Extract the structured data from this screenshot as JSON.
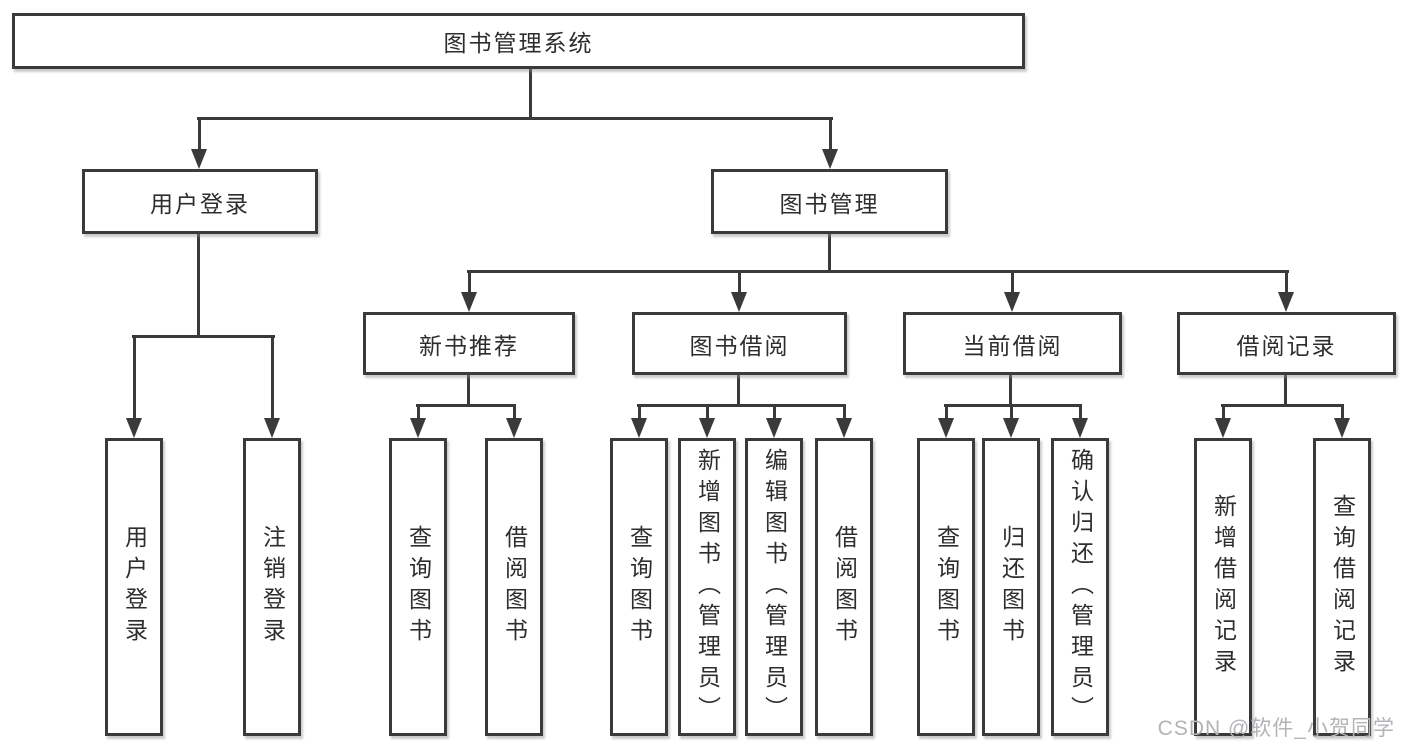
{
  "diagram": {
    "root": {
      "label": "图书管理系统"
    },
    "branches": [
      {
        "label": "用户登录",
        "children": [
          {
            "label": "用户登录"
          },
          {
            "label": "注销登录"
          }
        ]
      },
      {
        "label": "图书管理",
        "children": [
          {
            "label": "新书推荐",
            "children": [
              {
                "label": "查询图书"
              },
              {
                "label": "借阅图书"
              }
            ]
          },
          {
            "label": "图书借阅",
            "children": [
              {
                "label": "查询图书"
              },
              {
                "label": "新增图书（管理员）"
              },
              {
                "label": "编辑图书（管理员）"
              },
              {
                "label": "借阅图书"
              }
            ]
          },
          {
            "label": "当前借阅",
            "children": [
              {
                "label": "查询图书"
              },
              {
                "label": "归还图书"
              },
              {
                "label": "确认归还（管理员）"
              }
            ]
          },
          {
            "label": "借阅记录",
            "children": [
              {
                "label": "新增借阅记录"
              },
              {
                "label": "查询借阅记录"
              }
            ]
          }
        ]
      }
    ]
  },
  "watermark": "CSDN @软件_小贺同学",
  "colors": {
    "line": "#3a3a3a",
    "text": "#2e2e2e",
    "watermark": "#b3b3b8",
    "background": "#ffffff"
  }
}
